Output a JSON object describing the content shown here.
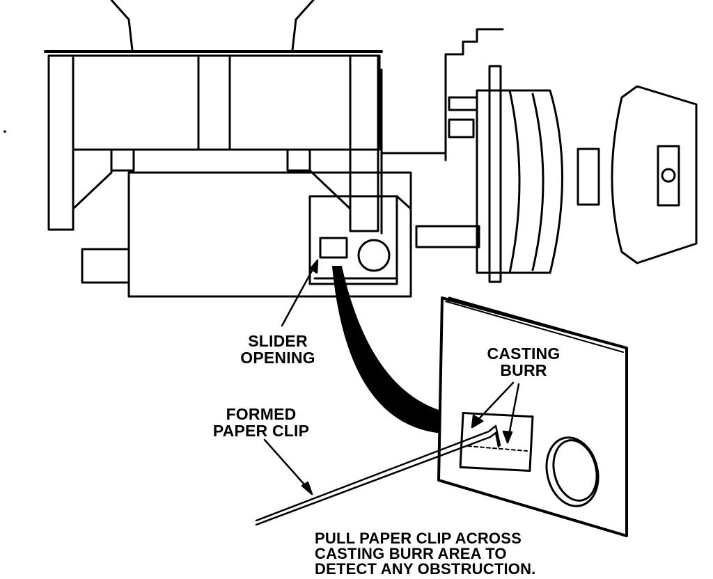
{
  "labels": {
    "slider_opening": [
      "SLIDER",
      "OPENING"
    ],
    "casting_burr": [
      "CASTING",
      "BURR"
    ],
    "formed_paper_clip": [
      "FORMED",
      "PAPER CLIP"
    ],
    "instruction": [
      "PULL PAPER CLIP ACROSS",
      "CASTING BURR AREA TO",
      "DETECT ANY OBSTRUCTION."
    ]
  },
  "colors": {
    "ink": "#000000",
    "paper": "#ffffff"
  }
}
